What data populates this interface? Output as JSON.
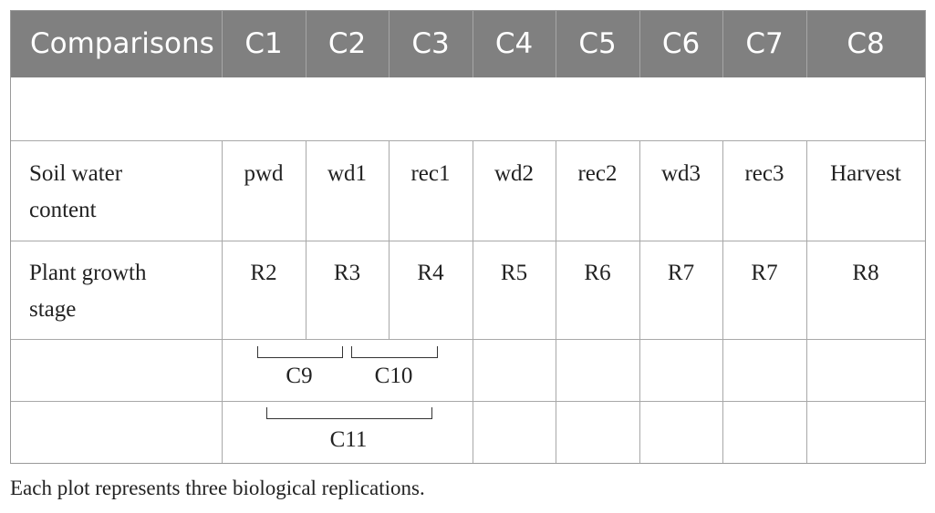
{
  "header": {
    "first": "Comparisons",
    "cols": [
      "C1",
      "C2",
      "C3",
      "C4",
      "C5",
      "C6",
      "C7",
      "C8"
    ]
  },
  "rows": [
    {
      "label": "Soil water content",
      "label_lines": [
        "Soil water",
        "content"
      ],
      "values": [
        "pwd",
        "wd1",
        "rec1",
        "wd2",
        "rec2",
        "wd3",
        "rec3",
        "Harvest"
      ]
    },
    {
      "label": "Plant growth stage",
      "label_lines": [
        "Plant growth",
        "stage"
      ],
      "values": [
        "R2",
        "R3",
        "R4",
        "R5",
        "R6",
        "R7",
        "R7",
        "R8"
      ]
    }
  ],
  "brackets": {
    "c9": "C9",
    "c10": "C10",
    "c11": "C11"
  },
  "footnote": "Each plot represents three biological replications."
}
